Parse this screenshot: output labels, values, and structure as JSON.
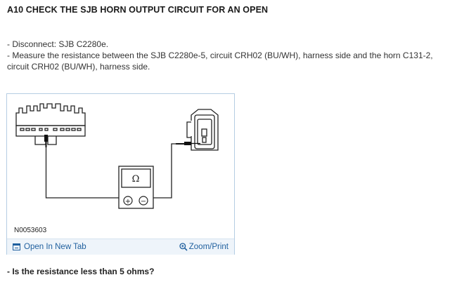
{
  "heading": "A10 CHECK THE SJB HORN OUTPUT CIRCUIT FOR AN OPEN",
  "steps": [
    "-  Disconnect: SJB C2280e.",
    "-  Measure the resistance between the SJB C2280e-5, circuit CRH02 (BU/WH), harness side and the horn C131-2, circuit CRH02 (BU/WH), harness side."
  ],
  "figure": {
    "id": "N0053603",
    "meter_symbol": "Ω",
    "plus": "+",
    "minus": "−",
    "open_label": "Open In New Tab",
    "zoom_label": "Zoom/Print"
  },
  "question": "-  Is the resistance less than 5 ohms?",
  "colors": {
    "link": "#1f5f9e",
    "border": "#b5cde3"
  }
}
